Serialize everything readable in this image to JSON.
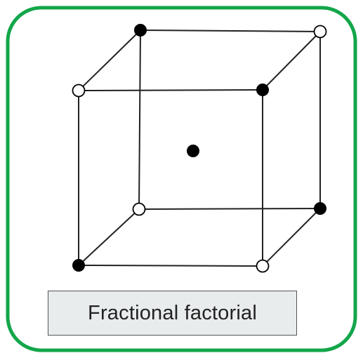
{
  "caption": "Fractional factorial",
  "colors": {
    "border": "#13a64a",
    "edge": "#222222",
    "filled_point": "#000000",
    "open_point_fill": "#ffffff",
    "caption_bg": "#e8eced",
    "caption_border": "#555555"
  },
  "design_points": [
    {
      "corner": "back-top-left",
      "filled": true
    },
    {
      "corner": "back-top-right",
      "filled": false
    },
    {
      "corner": "front-top-left",
      "filled": false
    },
    {
      "corner": "front-top-right",
      "filled": true
    },
    {
      "corner": "center",
      "filled": true
    },
    {
      "corner": "back-bottom-left",
      "filled": false
    },
    {
      "corner": "back-bottom-right",
      "filled": true
    },
    {
      "corner": "front-bottom-left",
      "filled": true
    },
    {
      "corner": "front-bottom-right",
      "filled": false
    }
  ]
}
